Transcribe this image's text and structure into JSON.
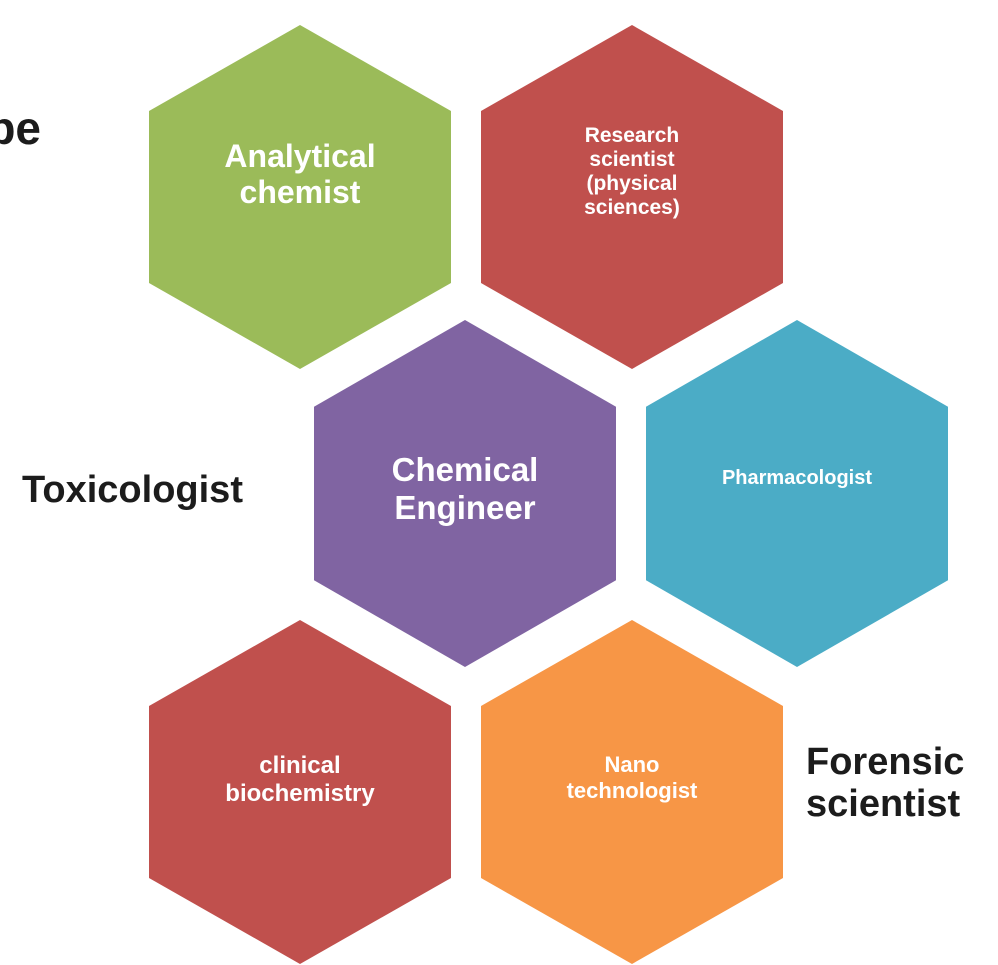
{
  "partial_heading": "pe",
  "hexagons": [
    {
      "id": "analytical",
      "label": "Analytical\nchemist",
      "color": "#9BBB59"
    },
    {
      "id": "research",
      "label": "Research\nscientist\n(physical\nsciences)",
      "color": "#C0504D"
    },
    {
      "id": "chemical",
      "label": "Chemical\nEngineer",
      "color": "#8064A2"
    },
    {
      "id": "pharmacologist",
      "label": "Pharmacologist",
      "color": "#4BACC6"
    },
    {
      "id": "clinical",
      "label": "clinical\nbiochemistry",
      "color": "#C0504D"
    },
    {
      "id": "nano",
      "label": "Nano\ntechnologist",
      "color": "#F79646"
    }
  ],
  "side_labels": {
    "toxicologist": "Toxicologist",
    "forensic": "Forensic\nscientist"
  }
}
